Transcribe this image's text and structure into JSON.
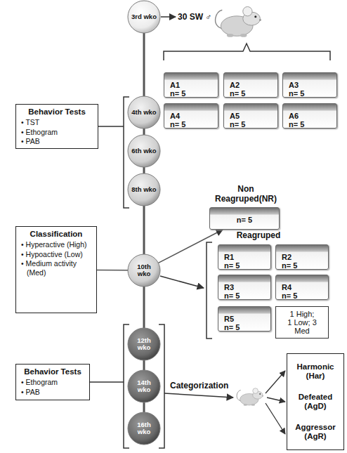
{
  "diagram": {
    "nodes": [
      {
        "text": [
          "3rd wko"
        ]
      },
      {
        "text": [
          "A1",
          "n= 5"
        ]
      },
      {
        "text": [
          "A2",
          "n= 5"
        ]
      },
      {
        "text": [
          "A3",
          "n= 5"
        ]
      },
      {
        "text": [
          "A4",
          "n= 5"
        ]
      },
      {
        "text": [
          "A5",
          "n= 5"
        ]
      },
      {
        "text": [
          "A6",
          "n= 5"
        ]
      },
      {
        "text": [
          "Behavior Tests",
          "• TST",
          "• Ethogram",
          "• PAB"
        ]
      },
      {
        "text": [
          "4th wko"
        ]
      },
      {
        "text": [
          "6th wko"
        ]
      },
      {
        "text": [
          "8th wko"
        ]
      },
      {
        "text": [
          "Classification",
          "• Hyperactive (High)",
          "• Hypoactive (Low)",
          "• Medium activity (Med)"
        ]
      },
      {
        "text": [
          "10th wko"
        ]
      },
      {
        "text": [
          "n= 5"
        ]
      },
      {
        "text": [
          "R1",
          "n= 5"
        ]
      },
      {
        "text": [
          "R2",
          "n= 5"
        ]
      },
      {
        "text": [
          "R3",
          "n= 5"
        ]
      },
      {
        "text": [
          "R4",
          "n= 5"
        ]
      },
      {
        "text": [
          "R5",
          "n= 5"
        ]
      },
      {
        "text": [
          "1 High; 1 Low; 3 Med"
        ]
      },
      {
        "text": [
          "Behavior Tests",
          "• Ethogram",
          "• PAB"
        ]
      },
      {
        "text": [
          "12th wko"
        ]
      },
      {
        "text": [
          "14th wko"
        ]
      },
      {
        "text": [
          "16th wko"
        ]
      },
      {
        "text": [
          "Harmonic (Har)",
          "Defeated (AgD)",
          "Aggressor (AgR)"
        ]
      }
    ],
    "edges": [
      {
        "from": 0,
        "to": 8,
        "arrow": "none"
      },
      {
        "from": 8,
        "to": 9,
        "arrow": "none"
      },
      {
        "from": 9,
        "to": 10,
        "arrow": "none"
      },
      {
        "from": 10,
        "to": 12,
        "arrow": "none"
      },
      {
        "from": 12,
        "to": 21,
        "arrow": "none"
      },
      {
        "from": 21,
        "to": 22,
        "arrow": "none"
      },
      {
        "from": 22,
        "to": 23,
        "arrow": "none"
      },
      {
        "from": 11,
        "to": 12,
        "arrow": "none"
      },
      {
        "from": 12,
        "to": 13,
        "arrow": "to"
      }
    ],
    "labels": [
      "30 SW ♂",
      "Non Reagruped(NR)",
      "Reagruped",
      "Categorization"
    ]
  }
}
